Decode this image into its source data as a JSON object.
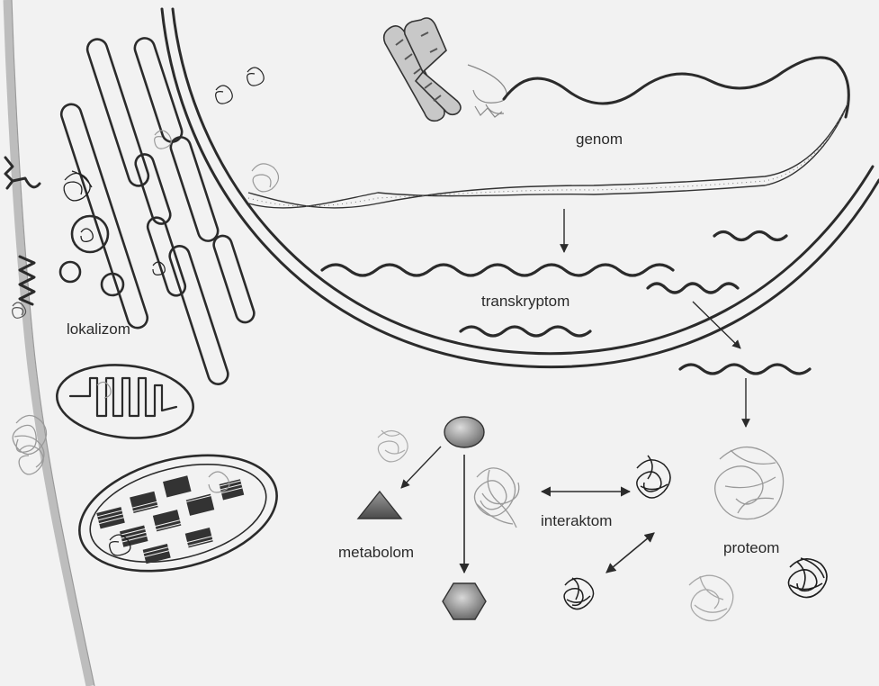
{
  "labels": {
    "genome": "genom",
    "transcriptome": "transkryptom",
    "localizome": "lokalizom",
    "interactome": "interaktom",
    "metabolome": "metabolom",
    "proteome": "proteom"
  },
  "colors": {
    "background": "#f2f2f2",
    "ink": "#2b2b2b",
    "light_protein": "#a8a8a8",
    "dark_protein": "#1e1e1e",
    "cell_membrane": "#bdbdbd"
  }
}
